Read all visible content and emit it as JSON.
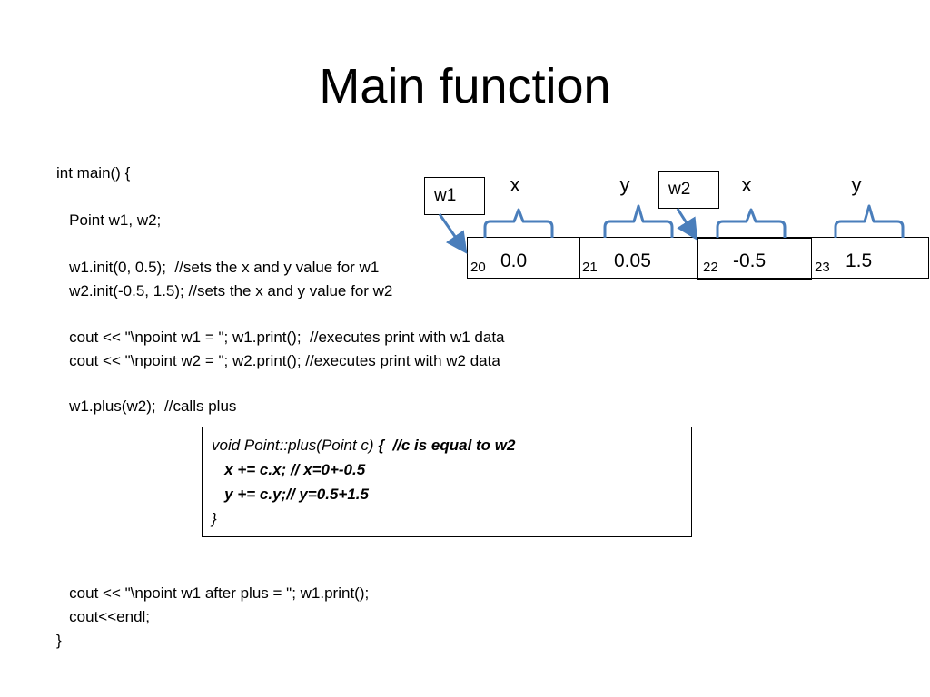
{
  "title": "Main function",
  "code_lines": [
    "int main() {",
    "   Point w1, w2;",
    "   w1.init(0, 0.5);  //sets the x and y value for w1",
    "   w2.init(-0.5, 1.5); //sets the x and y value for w2",
    "   cout << \"\\npoint w1 = \"; w1.print();  //executes print with w1 data",
    "   cout << \"\\npoint w2 = \"; w2.print(); //executes print with w2 data",
    "   w1.plus(w2);  //calls plus",
    "   cout << \"\\npoint w1 after plus = \"; w1.print();",
    "   cout<<endl;",
    "}"
  ],
  "popup": {
    "line1_sig": "void Point::plus(Point c) ",
    "line1_brace": "{  //c is equal to w2",
    "line2": "   x += c.x; // x=0+-0.5",
    "line3": "   y += c.y;// y=0.5+1.5",
    "line4": "}"
  },
  "memory": {
    "w1_label": "w1",
    "w2_label": "w2",
    "field_x": "x",
    "field_y": "y",
    "cells": [
      {
        "addr": "20",
        "value": "0.0"
      },
      {
        "addr": "21",
        "value": "0.05"
      },
      {
        "addr": "22",
        "value": "-0.5"
      },
      {
        "addr": "23",
        "value": "1.5"
      }
    ]
  },
  "colors": {
    "bracket": "#4a7ebb",
    "text": "#000000"
  }
}
